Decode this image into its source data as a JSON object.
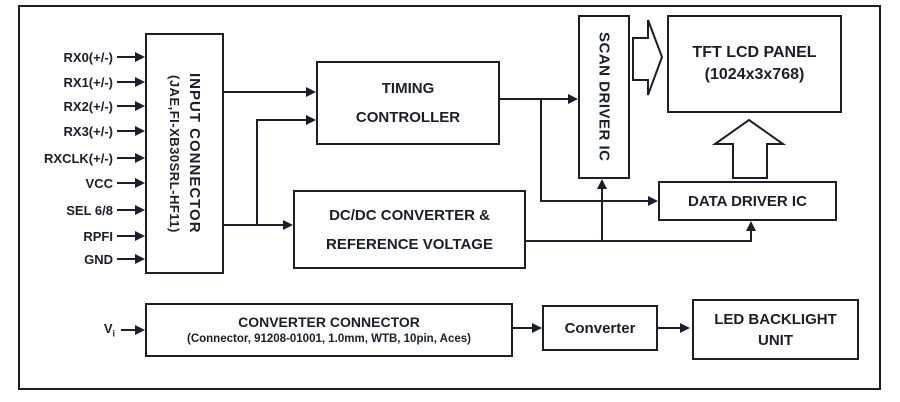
{
  "colors": {
    "ink": "#1d1d2b",
    "background": "#ffffff"
  },
  "input_signals": [
    {
      "label": "RX0(+/-)"
    },
    {
      "label": "RX1(+/-)"
    },
    {
      "label": "RX2(+/-)"
    },
    {
      "label": "RX3(+/-)"
    },
    {
      "label": "RXCLK(+/-)"
    },
    {
      "label": "VCC"
    },
    {
      "label": "SEL 6/8"
    },
    {
      "label": "RPFI"
    },
    {
      "label": "GND"
    }
  ],
  "power_input": {
    "base": "V",
    "subscript": "i"
  },
  "blocks": {
    "input_connector": {
      "title": "INPUT CONNECTOR",
      "subtitle": "(JAE,FI-XB30SRL-HF11)"
    },
    "timing_controller": {
      "line1": "TIMING",
      "line2": "CONTROLLER"
    },
    "dcdc_converter": {
      "line1": "DC/DC CONVERTER &",
      "line2": "REFERENCE VOLTAGE"
    },
    "scan_driver": {
      "label": "SCAN DRIVER IC"
    },
    "tft_lcd_panel": {
      "line1": "TFT LCD PANEL",
      "line2": "(1024x3x768)"
    },
    "data_driver": {
      "label": "DATA DRIVER IC"
    },
    "converter_connector": {
      "title": "CONVERTER CONNECTOR",
      "subtitle": "(Connector, 91208-01001, 1.0mm, WTB, 10pin, Aces)"
    },
    "converter": {
      "label": "Converter"
    },
    "led_backlight": {
      "line1": "LED BACKLIGHT",
      "line2": "UNIT"
    }
  }
}
